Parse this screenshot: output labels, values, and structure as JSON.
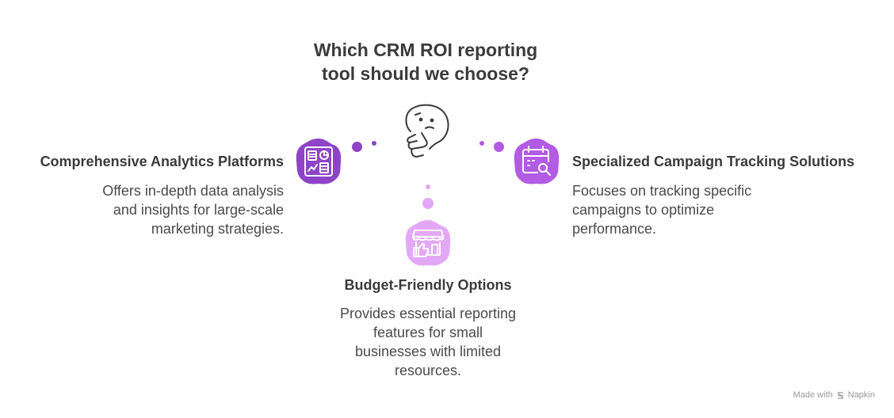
{
  "title": {
    "line1": "Which CRM ROI reporting",
    "line2": "tool should we choose?"
  },
  "options": {
    "left": {
      "heading": "Comprehensive Analytics Platforms",
      "desc_lines": [
        "Offers in-depth data analysis",
        "and insights for large-scale",
        "marketing strategies."
      ],
      "icon": "analytics-dashboard-icon",
      "color": "#8e44c6"
    },
    "right": {
      "heading": "Specialized Campaign Tracking Solutions",
      "desc_lines": [
        "Focuses on tracking specific",
        "campaigns to optimize",
        "performance."
      ],
      "icon": "calendar-search-icon",
      "color": "#b25be3"
    },
    "bottom": {
      "heading": "Budget-Friendly Options",
      "desc_lines": [
        "Provides essential reporting",
        "features for small",
        "businesses with limited",
        "resources."
      ],
      "icon": "storefront-thumbs-up-icon",
      "color": "#e3a8f5"
    }
  },
  "center_icon": "thinking-face-icon",
  "footer": {
    "made_with": "Made with",
    "brand": "Napkin"
  }
}
